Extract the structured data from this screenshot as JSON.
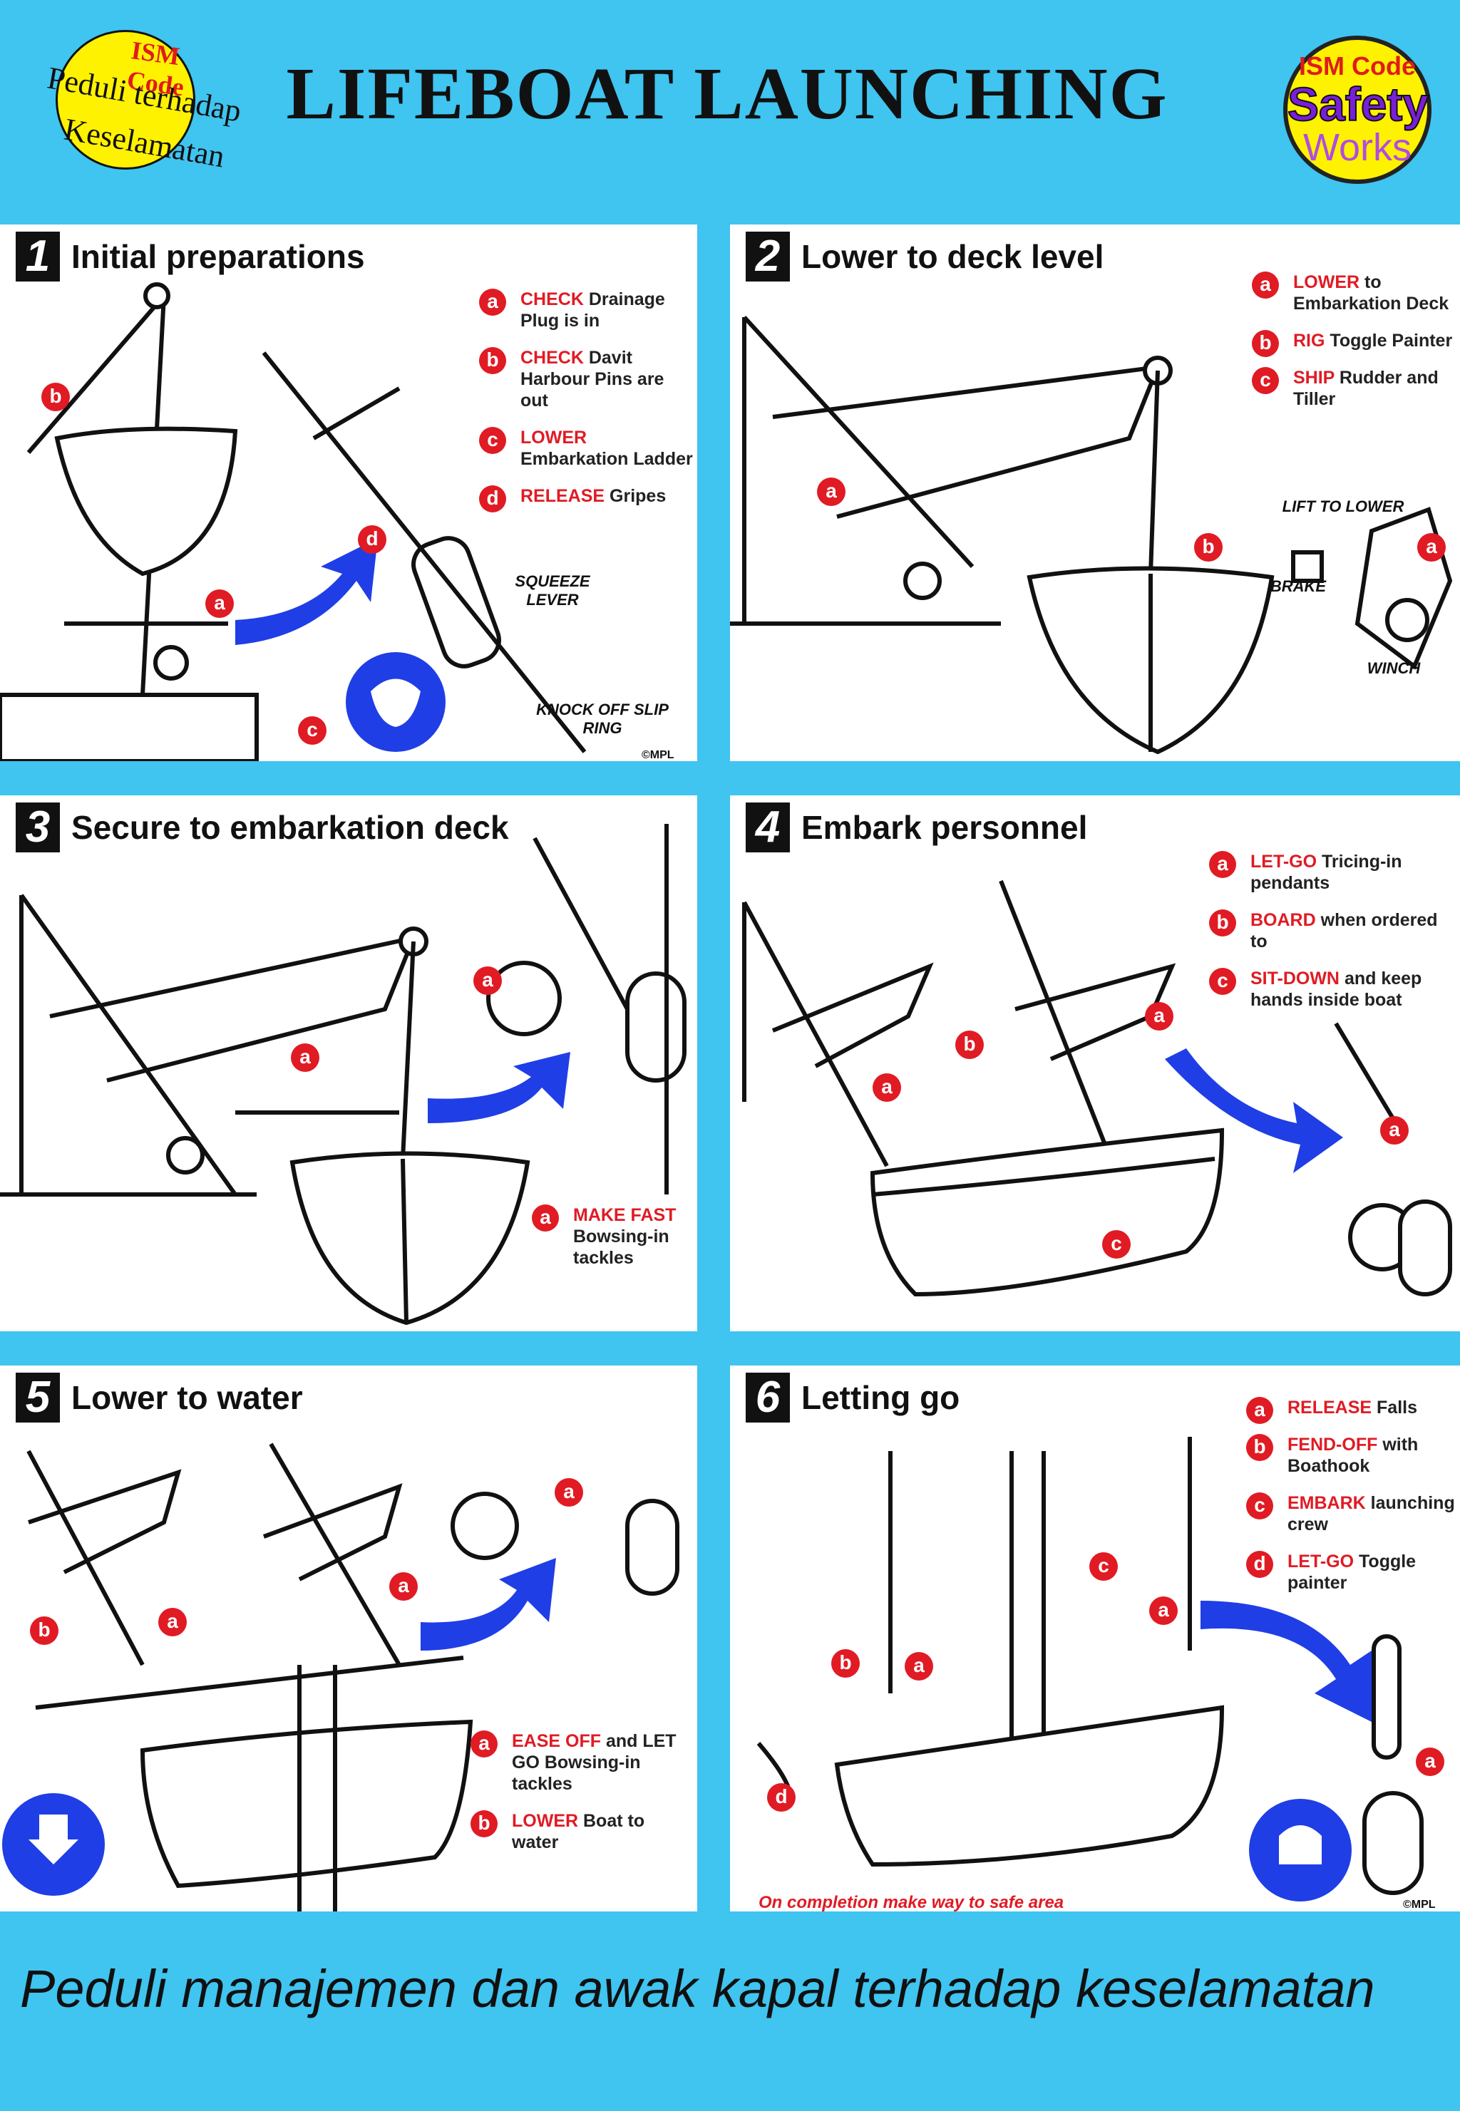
{
  "header": {
    "title": "LIFEBOAT LAUNCHING",
    "left_badge": {
      "top": "ISM Code",
      "line1": "Peduli terhadap",
      "line2": "Keselamatan"
    },
    "right_badge": {
      "top": "ISM Code",
      "middle": "Safety",
      "bottom": "Works"
    }
  },
  "panels": [
    {
      "number": "1",
      "title": "Initial preparations",
      "items": [
        {
          "letter": "a",
          "action": "CHECK",
          "text": " Drainage Plug is in"
        },
        {
          "letter": "b",
          "action": "CHECK",
          "text": " Davit Harbour Pins are out"
        },
        {
          "letter": "c",
          "action": "LOWER",
          "text": " Embarkation Ladder"
        },
        {
          "letter": "d",
          "action": "RELEASE",
          "text": " Gripes"
        }
      ],
      "notes": [
        "SQUEEZE LEVER",
        "KNOCK OFF SLIP RING"
      ],
      "copyright": "©MPL"
    },
    {
      "number": "2",
      "title": "Lower to deck level",
      "items": [
        {
          "letter": "a",
          "action": "LOWER",
          "text": " to Embarkation Deck"
        },
        {
          "letter": "b",
          "action": "RIG",
          "text": " Toggle Painter"
        },
        {
          "letter": "c",
          "action": "SHIP",
          "text": " Rudder and Tiller"
        }
      ],
      "notes": [
        "LIFT TO LOWER",
        "BRAKE",
        "WINCH"
      ]
    },
    {
      "number": "3",
      "title": "Secure to embarkation deck",
      "items": [
        {
          "letter": "a",
          "action": "MAKE FAST",
          "text": " Bowsing-in tackles"
        }
      ]
    },
    {
      "number": "4",
      "title": "Embark personnel",
      "items": [
        {
          "letter": "a",
          "action": "LET-GO",
          "text": " Tricing-in pendants"
        },
        {
          "letter": "b",
          "action": "BOARD",
          "text": " when ordered to"
        },
        {
          "letter": "c",
          "action": "SIT-DOWN",
          "text": " and keep hands inside boat"
        }
      ]
    },
    {
      "number": "5",
      "title": "Lower to water",
      "items": [
        {
          "letter": "a",
          "action": "EASE OFF",
          "text": " and LET GO Bowsing-in tackles"
        },
        {
          "letter": "b",
          "action": "LOWER",
          "text": " Boat to water"
        }
      ]
    },
    {
      "number": "6",
      "title": "Letting go",
      "items": [
        {
          "letter": "a",
          "action": "RELEASE",
          "text": " Falls"
        },
        {
          "letter": "b",
          "action": "FEND-OFF",
          "text": " with Boathook"
        },
        {
          "letter": "c",
          "action": "EMBARK",
          "text": " launching crew"
        },
        {
          "letter": "d",
          "action": "LET-GO",
          "text": " Toggle painter"
        }
      ],
      "completion": "On completion make way to safe area",
      "copyright": "©MPL"
    }
  ],
  "footer": {
    "slogan": "Peduli manajemen dan awak kapal terhadap keselamatan"
  },
  "colors": {
    "background": "#40c4f0",
    "accent_red": "#e01b24",
    "arrow_blue": "#1f3ee6",
    "badge_yellow": "#fff200"
  }
}
